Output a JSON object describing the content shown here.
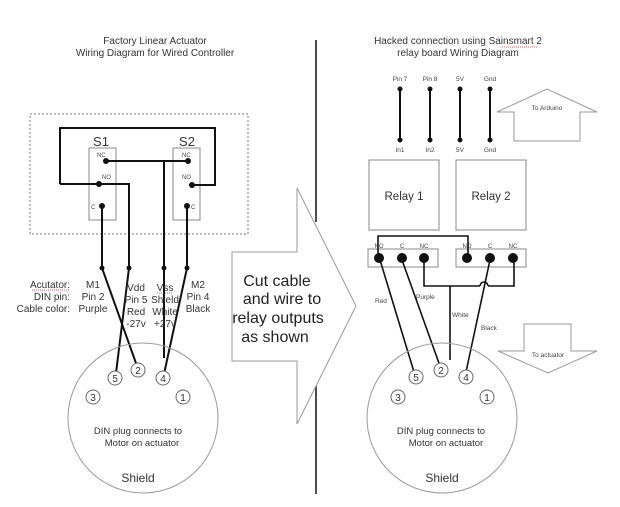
{
  "left_panel": {
    "title_line1": "Factory Linear Actuator",
    "title_line2": "Wiring Diagram for Wired Controller",
    "switches": [
      {
        "label": "S1",
        "terminals": [
          "NC",
          "NO",
          "C"
        ]
      },
      {
        "label": "S2",
        "terminals": [
          "NC",
          "NO",
          "C"
        ]
      }
    ],
    "legend": {
      "row_labels": [
        "Acutator:",
        "DIN pin:",
        "Cable color:"
      ],
      "columns": [
        {
          "actuator": "M1",
          "din_pin": "Pin 2",
          "color": "Purple",
          "voltage": ""
        },
        {
          "actuator": "Vdd",
          "din_pin": "Pin 5",
          "color": "Red",
          "voltage": "-27v"
        },
        {
          "actuator": "Vss",
          "din_pin": "Shield",
          "color": "White",
          "voltage": "+27v"
        },
        {
          "actuator": "M2",
          "din_pin": "Pin 4",
          "color": "Black",
          "voltage": ""
        }
      ]
    },
    "din": {
      "pins": [
        "5",
        "2",
        "4",
        "3",
        "1"
      ],
      "caption_line1": "DIN  plug connects to",
      "caption_line2": "Motor on actuator",
      "shield_label": "Shield"
    }
  },
  "center_arrow": {
    "line1": "Cut cable",
    "line2": "and wire to",
    "line3": "relay outputs",
    "line4": "as shown"
  },
  "right_panel": {
    "title_line1": "Hacked connection using Sainsmart 2",
    "title_line2": "relay board Wiring Diagram",
    "arduino_pins_top": [
      "Pin 7",
      "Pin 8",
      "5V",
      "Gnd"
    ],
    "relay_pins_bottom": [
      "In1",
      "In2",
      "5V",
      "Gnd"
    ],
    "to_arduino_label": "To Arduino",
    "relays": [
      {
        "label": "Relay 1",
        "terminals": [
          "NO",
          "C",
          "NC"
        ]
      },
      {
        "label": "Relay 2",
        "terminals": [
          "NO",
          "C",
          "NC"
        ]
      }
    ],
    "wire_labels": {
      "red": "Red",
      "purple": "Purple",
      "white": "White",
      "black": "Black"
    },
    "to_actuator_label": "To actuator",
    "din": {
      "pins": [
        "5",
        "2",
        "4",
        "3",
        "1"
      ],
      "caption_line1": "DIN  plug connects to",
      "caption_line2": "Motor on actuator",
      "shield_label": "Shield"
    }
  },
  "colors": {
    "wire": "#111111",
    "outline": "#888888",
    "spellcheck_underline": "#cc3333"
  }
}
